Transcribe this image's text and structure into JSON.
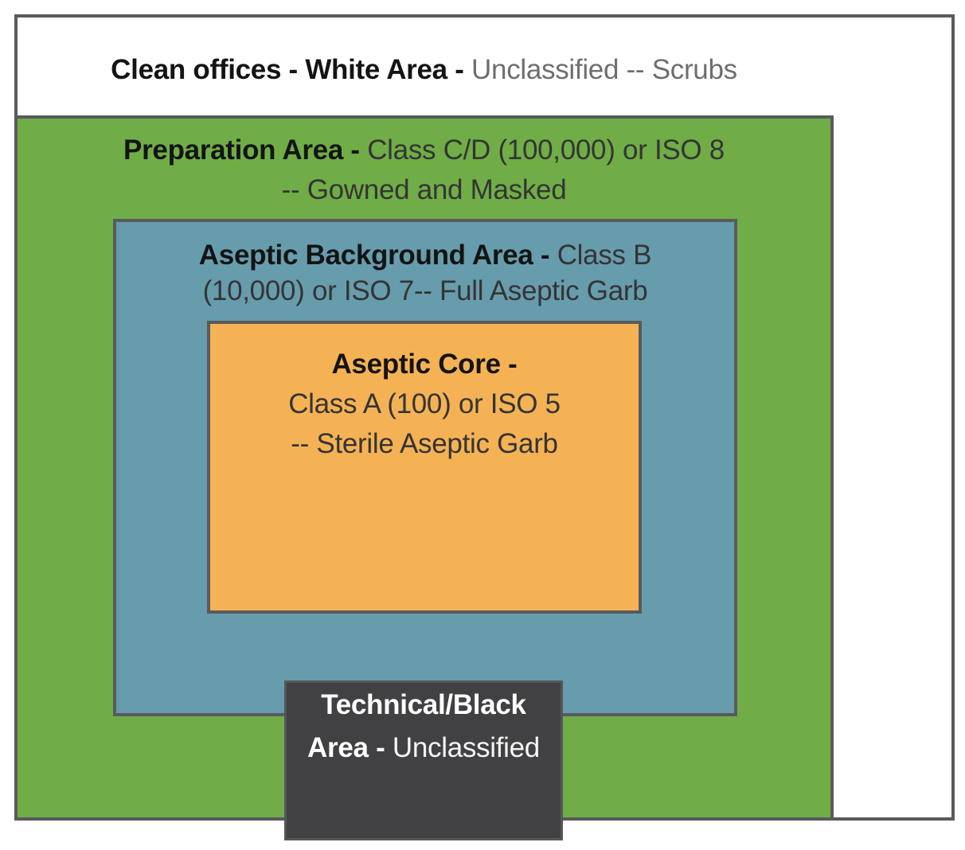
{
  "colors": {
    "border_gray": "#595A5C",
    "preparation_green": "#70AD47",
    "aseptic_background_blue": "#679CAD",
    "aseptic_core_orange": "#F5B254",
    "technical_black": "#414144",
    "muted_text_gray": "#6E6E6E"
  },
  "areas": {
    "clean_offices": {
      "label_bold": "Clean offices - White Area - ",
      "label_rest": "Unclassified -- Scrubs"
    },
    "preparation": {
      "label_bold": "Preparation Area - ",
      "label_rest": "Class C/D (100,000) or ISO 8",
      "line2": "-- Gowned and Masked"
    },
    "aseptic_background": {
      "label_bold": "Aseptic Background Area - ",
      "label_rest": "Class B",
      "line2": "(10,000) or ISO 7-- Full Aseptic Garb"
    },
    "aseptic_core": {
      "label_bold": "Aseptic Core -",
      "line2": "Class A (100) or ISO 5",
      "line3": "-- Sterile Aseptic Garb"
    },
    "technical_black": {
      "line1_bold": "Technical/Black",
      "line2_bold": "Area - ",
      "line2_rest": "Unclassified"
    }
  }
}
